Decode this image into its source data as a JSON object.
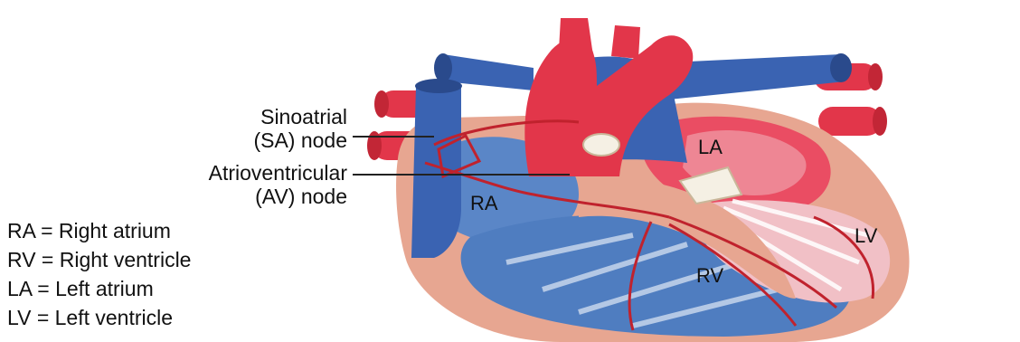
{
  "labels": {
    "sa_node": [
      "Sinoatrial",
      "(SA) node"
    ],
    "av_node": [
      "Atrioventricular",
      "(AV) node"
    ],
    "chambers": {
      "ra": "RA",
      "rv": "RV",
      "la": "LA",
      "lv": "LV"
    }
  },
  "legend": [
    "RA = Right atrium",
    "RV = Right ventricle",
    "LA = Left atrium",
    "LV = Left ventricle"
  ],
  "colors": {
    "vessel_blue": "#3a63b2",
    "vessel_red": "#e2364a",
    "muscle": "#e7a691",
    "inner_blue": "#5a86c7",
    "inner_pink": "#f1c0c6",
    "conduction": "#c0222d"
  }
}
